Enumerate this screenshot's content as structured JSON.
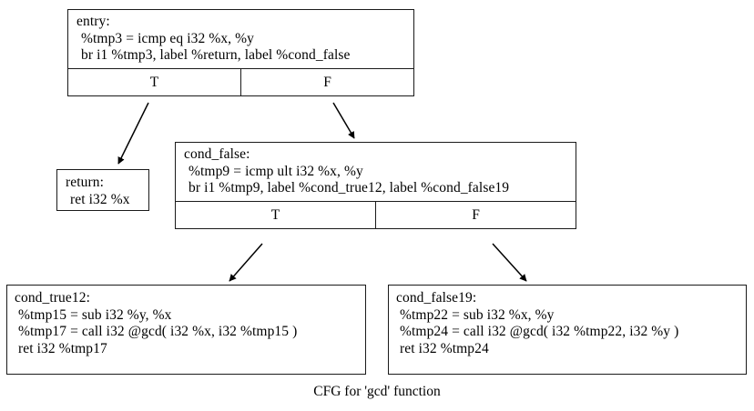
{
  "diagram": {
    "caption": "CFG for 'gcd' function",
    "stroke_color": "#1a1a1a",
    "background_color": "#ffffff",
    "nodes": {
      "entry": {
        "label": "entry:",
        "lines": [
          "%tmp3 = icmp eq i32 %x, %y",
          "br i1 %tmp3, label %return, label %cond_false"
        ],
        "ports": {
          "true": "T",
          "false": "F"
        }
      },
      "return": {
        "label": "return:",
        "lines": [
          "ret i32 %x"
        ]
      },
      "cond_false": {
        "label": "cond_false:",
        "lines": [
          "%tmp9 = icmp ult i32 %x, %y",
          "br i1 %tmp9, label %cond_true12, label %cond_false19"
        ],
        "ports": {
          "true": "T",
          "false": "F"
        }
      },
      "cond_true12": {
        "label": "cond_true12:",
        "lines": [
          "%tmp15 = sub i32 %y, %x",
          "%tmp17 = call i32 @gcd( i32 %x, i32 %tmp15 )",
          "ret i32 %tmp17"
        ]
      },
      "cond_false19": {
        "label": "cond_false19:",
        "lines": [
          "%tmp22 = sub i32 %x, %y",
          "%tmp24 = call i32 @gcd( i32 %tmp22, i32 %y )",
          "ret i32 %tmp24"
        ]
      }
    },
    "edges": [
      {
        "from": "entry",
        "port": "T",
        "to": "return"
      },
      {
        "from": "entry",
        "port": "F",
        "to": "cond_false"
      },
      {
        "from": "cond_false",
        "port": "T",
        "to": "cond_true12"
      },
      {
        "from": "cond_false",
        "port": "F",
        "to": "cond_false19"
      }
    ]
  }
}
